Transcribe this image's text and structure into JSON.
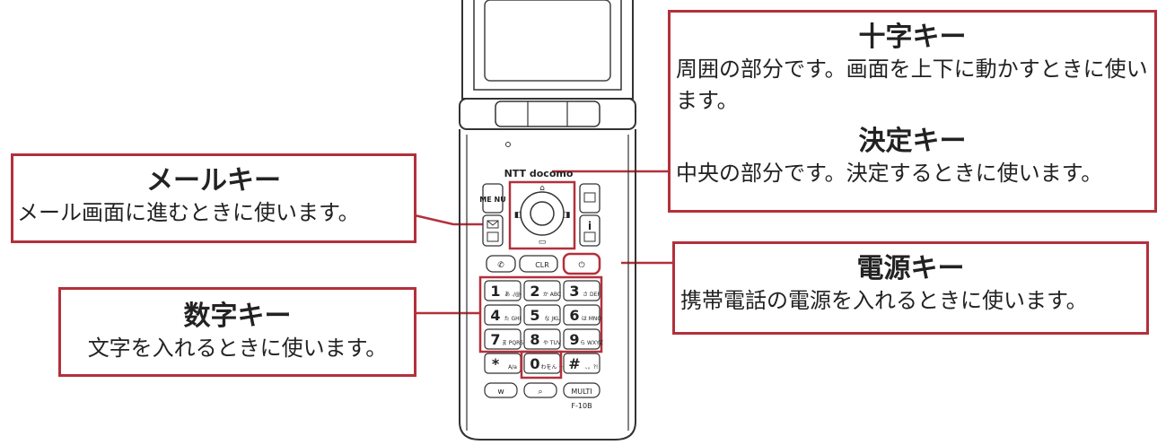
{
  "callouts": {
    "mail_key": {
      "title": "メールキー",
      "desc": "メール画面に進むときに使います。"
    },
    "number_keys": {
      "title": "数字キー",
      "desc": "文字を入れるときに使います。"
    },
    "cross_key": {
      "title": "十字キー",
      "desc": "周囲の部分です。画面を上下に動かすときに使います。"
    },
    "enter_key": {
      "title": "決定キー",
      "desc": "中央の部分です。決定するときに使います。"
    },
    "power_key": {
      "title": "電源キー",
      "desc": "携帯電話の電源を入れるときに使います。"
    }
  },
  "phone": {
    "brand": "NTT docomo",
    "model": "F-10B",
    "menu_label": "ME NU",
    "clr_label": "CLR",
    "multi_label": "MULTI",
    "keys": [
      {
        "main": "1",
        "sub": "あ ./@"
      },
      {
        "main": "2",
        "sub": "か ABC"
      },
      {
        "main": "3",
        "sub": "さ DEF"
      },
      {
        "main": "4",
        "sub": "た GHI"
      },
      {
        "main": "5",
        "sub": "な JKL"
      },
      {
        "main": "6",
        "sub": "は MNO"
      },
      {
        "main": "7",
        "sub": "ま PQRS"
      },
      {
        "main": "8",
        "sub": "や TUV"
      },
      {
        "main": "9",
        "sub": "ら WXYZ"
      },
      {
        "main": "*",
        "sub": "A/a"
      },
      {
        "main": "0",
        "sub": "わをん +"
      },
      {
        "main": "#",
        "sub": "、。?!"
      }
    ]
  }
}
